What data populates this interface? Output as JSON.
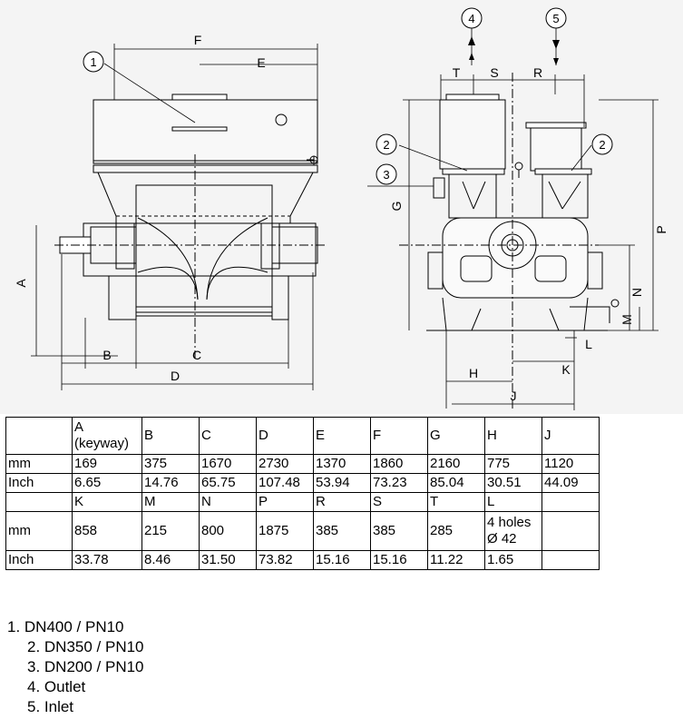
{
  "drawing": {
    "side_view_labels": {
      "F": "F",
      "E": "E",
      "A": "A",
      "B": "B",
      "C": "C",
      "D": "D"
    },
    "front_view_labels": {
      "T": "T",
      "S": "S",
      "R": "R",
      "G": "G",
      "P": "P",
      "N": "N",
      "M": "M",
      "L": "L",
      "K": "K",
      "H": "H",
      "J": "J"
    },
    "callouts": {
      "c1": "1",
      "c2a": "2",
      "c2b": "2",
      "c3": "3",
      "c4": "4",
      "c5": "5"
    }
  },
  "table": {
    "header1": [
      "",
      "A (keyway)",
      "B",
      "C",
      "D",
      "E",
      "F",
      "G",
      "H",
      "J"
    ],
    "row_mm1": [
      "mm",
      "169",
      "375",
      "1670",
      "2730",
      "1370",
      "1860",
      "2160",
      "775",
      "1120"
    ],
    "row_inch1": [
      "Inch",
      "6.65",
      "14.76",
      "65.75",
      "107.48",
      "53.94",
      "73.23",
      "85.04",
      "30.51",
      "44.09"
    ],
    "header2": [
      "",
      "K",
      "M",
      "N",
      "P",
      "R",
      "S",
      "T",
      "L",
      ""
    ],
    "row_mm2": [
      "mm",
      "858",
      "215",
      "800",
      "1875",
      "385",
      "385",
      "285",
      "4 holes Ø 42",
      ""
    ],
    "row_inch2": [
      "Inch",
      "33.78",
      "8.46",
      "31.50",
      "73.82",
      "15.16",
      "15.16",
      "11.22",
      "1.65",
      ""
    ]
  },
  "legend": [
    "1. DN400 / PN10",
    "2. DN350 / PN10",
    "3. DN200 / PN10",
    "4. Outlet",
    "5. Inlet"
  ]
}
